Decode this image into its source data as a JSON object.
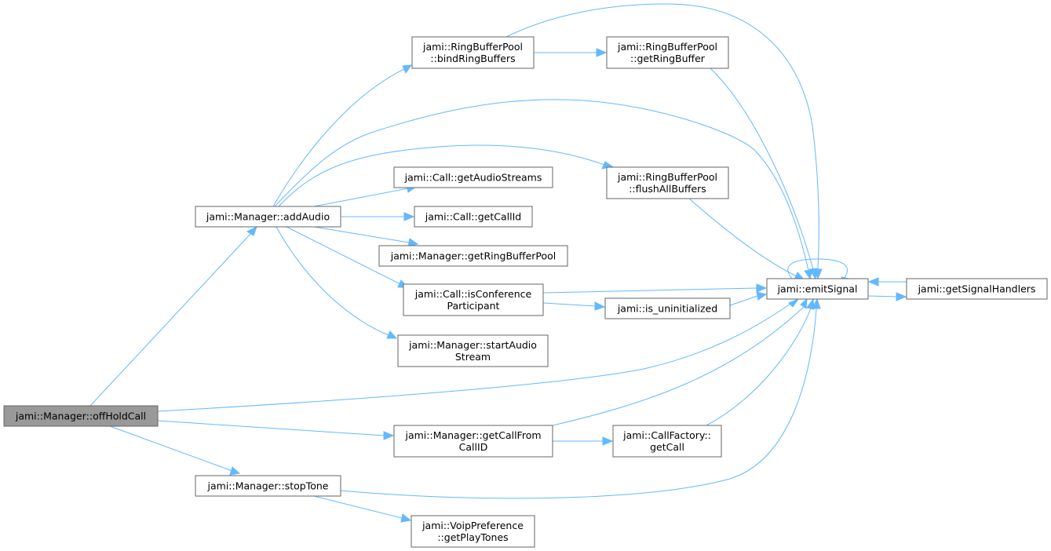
{
  "nodes": [
    {
      "id": "offHoldCall",
      "lines": [
        "jami::Manager::offHoldCall"
      ],
      "root": true
    },
    {
      "id": "addAudio",
      "lines": [
        "jami::Manager::addAudio"
      ]
    },
    {
      "id": "stopTone",
      "lines": [
        "jami::Manager::stopTone"
      ]
    },
    {
      "id": "bindRingBuffers",
      "lines": [
        "jami::RingBufferPool",
        "::bindRingBuffers"
      ]
    },
    {
      "id": "getAudioStreams",
      "lines": [
        "jami::Call::getAudioStreams"
      ]
    },
    {
      "id": "getCallId",
      "lines": [
        "jami::Call::getCallId"
      ]
    },
    {
      "id": "getRingBufferPool",
      "lines": [
        "jami::Manager::getRingBufferPool"
      ]
    },
    {
      "id": "isConferenceParticipant",
      "lines": [
        "jami::Call::isConference",
        "Participant"
      ]
    },
    {
      "id": "startAudioStream",
      "lines": [
        "jami::Manager::startAudio",
        "Stream"
      ]
    },
    {
      "id": "getCallFromCallID",
      "lines": [
        "jami::Manager::getCallFrom",
        "CallID"
      ]
    },
    {
      "id": "getPlayTones",
      "lines": [
        "jami::VoipPreference",
        "::getPlayTones"
      ]
    },
    {
      "id": "getRingBuffer",
      "lines": [
        "jami::RingBufferPool",
        "::getRingBuffer"
      ]
    },
    {
      "id": "flushAllBuffers",
      "lines": [
        "jami::RingBufferPool",
        "::flushAllBuffers"
      ]
    },
    {
      "id": "is_uninitialized",
      "lines": [
        "jami::is_uninitialized"
      ]
    },
    {
      "id": "getCall",
      "lines": [
        "jami::CallFactory::",
        "getCall"
      ]
    },
    {
      "id": "emitSignal",
      "lines": [
        "jami::emitSignal"
      ]
    },
    {
      "id": "getSignalHandlers",
      "lines": [
        "jami::getSignalHandlers"
      ]
    }
  ],
  "edges": [
    {
      "from": "offHoldCall",
      "to": "addAudio"
    },
    {
      "from": "offHoldCall",
      "to": "emitSignal"
    },
    {
      "from": "offHoldCall",
      "to": "getCallFromCallID"
    },
    {
      "from": "offHoldCall",
      "to": "stopTone"
    },
    {
      "from": "addAudio",
      "to": "bindRingBuffers"
    },
    {
      "from": "addAudio",
      "to": "emitSignal"
    },
    {
      "from": "addAudio",
      "to": "flushAllBuffers"
    },
    {
      "from": "addAudio",
      "to": "getAudioStreams"
    },
    {
      "from": "addAudio",
      "to": "getCallId"
    },
    {
      "from": "addAudio",
      "to": "getRingBufferPool"
    },
    {
      "from": "addAudio",
      "to": "isConferenceParticipant"
    },
    {
      "from": "addAudio",
      "to": "startAudioStream"
    },
    {
      "from": "bindRingBuffers",
      "to": "getRingBuffer"
    },
    {
      "from": "bindRingBuffers",
      "to": "emitSignal"
    },
    {
      "from": "getRingBuffer",
      "to": "emitSignal"
    },
    {
      "from": "flushAllBuffers",
      "to": "emitSignal"
    },
    {
      "from": "isConferenceParticipant",
      "to": "emitSignal"
    },
    {
      "from": "isConferenceParticipant",
      "to": "is_uninitialized"
    },
    {
      "from": "is_uninitialized",
      "to": "emitSignal"
    },
    {
      "from": "emitSignal",
      "to": "emitSignal"
    },
    {
      "from": "emitSignal",
      "to": "getSignalHandlers"
    },
    {
      "from": "getSignalHandlers",
      "to": "emitSignal"
    },
    {
      "from": "getCallFromCallID",
      "to": "getCall"
    },
    {
      "from": "getCallFromCallID",
      "to": "emitSignal"
    },
    {
      "from": "getCall",
      "to": "emitSignal"
    },
    {
      "from": "stopTone",
      "to": "emitSignal"
    },
    {
      "from": "stopTone",
      "to": "getPlayTones"
    }
  ]
}
